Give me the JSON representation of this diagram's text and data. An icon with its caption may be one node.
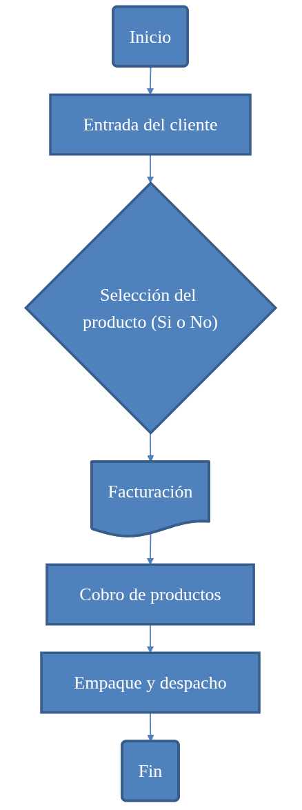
{
  "diagram": {
    "nodes": [
      {
        "text": [
          "Inicio"
        ]
      },
      {
        "text": [
          "Entrada del cliente"
        ]
      },
      {
        "text": [
          "Selección del producto (Si o No)"
        ]
      },
      {
        "text": [
          "Facturación"
        ]
      },
      {
        "text": [
          "Cobro de productos"
        ]
      },
      {
        "text": [
          "Empaque y despacho"
        ]
      },
      {
        "text": [
          "Fin"
        ]
      }
    ],
    "edges": [
      {
        "from": 0,
        "to": 1,
        "arrow": "to"
      },
      {
        "from": 1,
        "to": 2,
        "arrow": "to"
      },
      {
        "from": 2,
        "to": 3,
        "arrow": "to"
      },
      {
        "from": 3,
        "to": 4,
        "arrow": "to"
      },
      {
        "from": 4,
        "to": 5,
        "arrow": "to"
      },
      {
        "from": 5,
        "to": 6,
        "arrow": "to"
      }
    ]
  }
}
